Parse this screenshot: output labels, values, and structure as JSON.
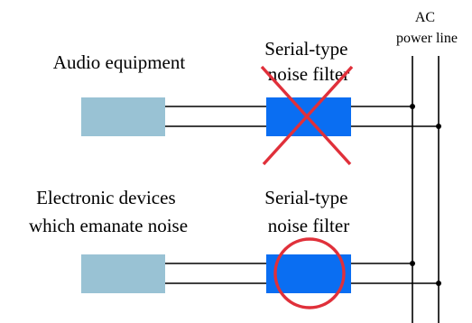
{
  "diagram": {
    "power_line_label": [
      "AC",
      "power line"
    ],
    "top_row": {
      "device_label": [
        "Audio equipment"
      ],
      "filter_label": [
        "Serial-type",
        "noise filter"
      ],
      "mark": "cross",
      "mark_color": "#e0303a"
    },
    "bottom_row": {
      "device_label": [
        "Electronic devices",
        "which emanate noise"
      ],
      "filter_label": [
        "Serial-type",
        "noise filter"
      ],
      "mark": "circle",
      "mark_color": "#e0303a"
    },
    "colors": {
      "device_box": "#99c2d4",
      "filter_box": "#0a6ef2",
      "wire": "#000000"
    }
  }
}
